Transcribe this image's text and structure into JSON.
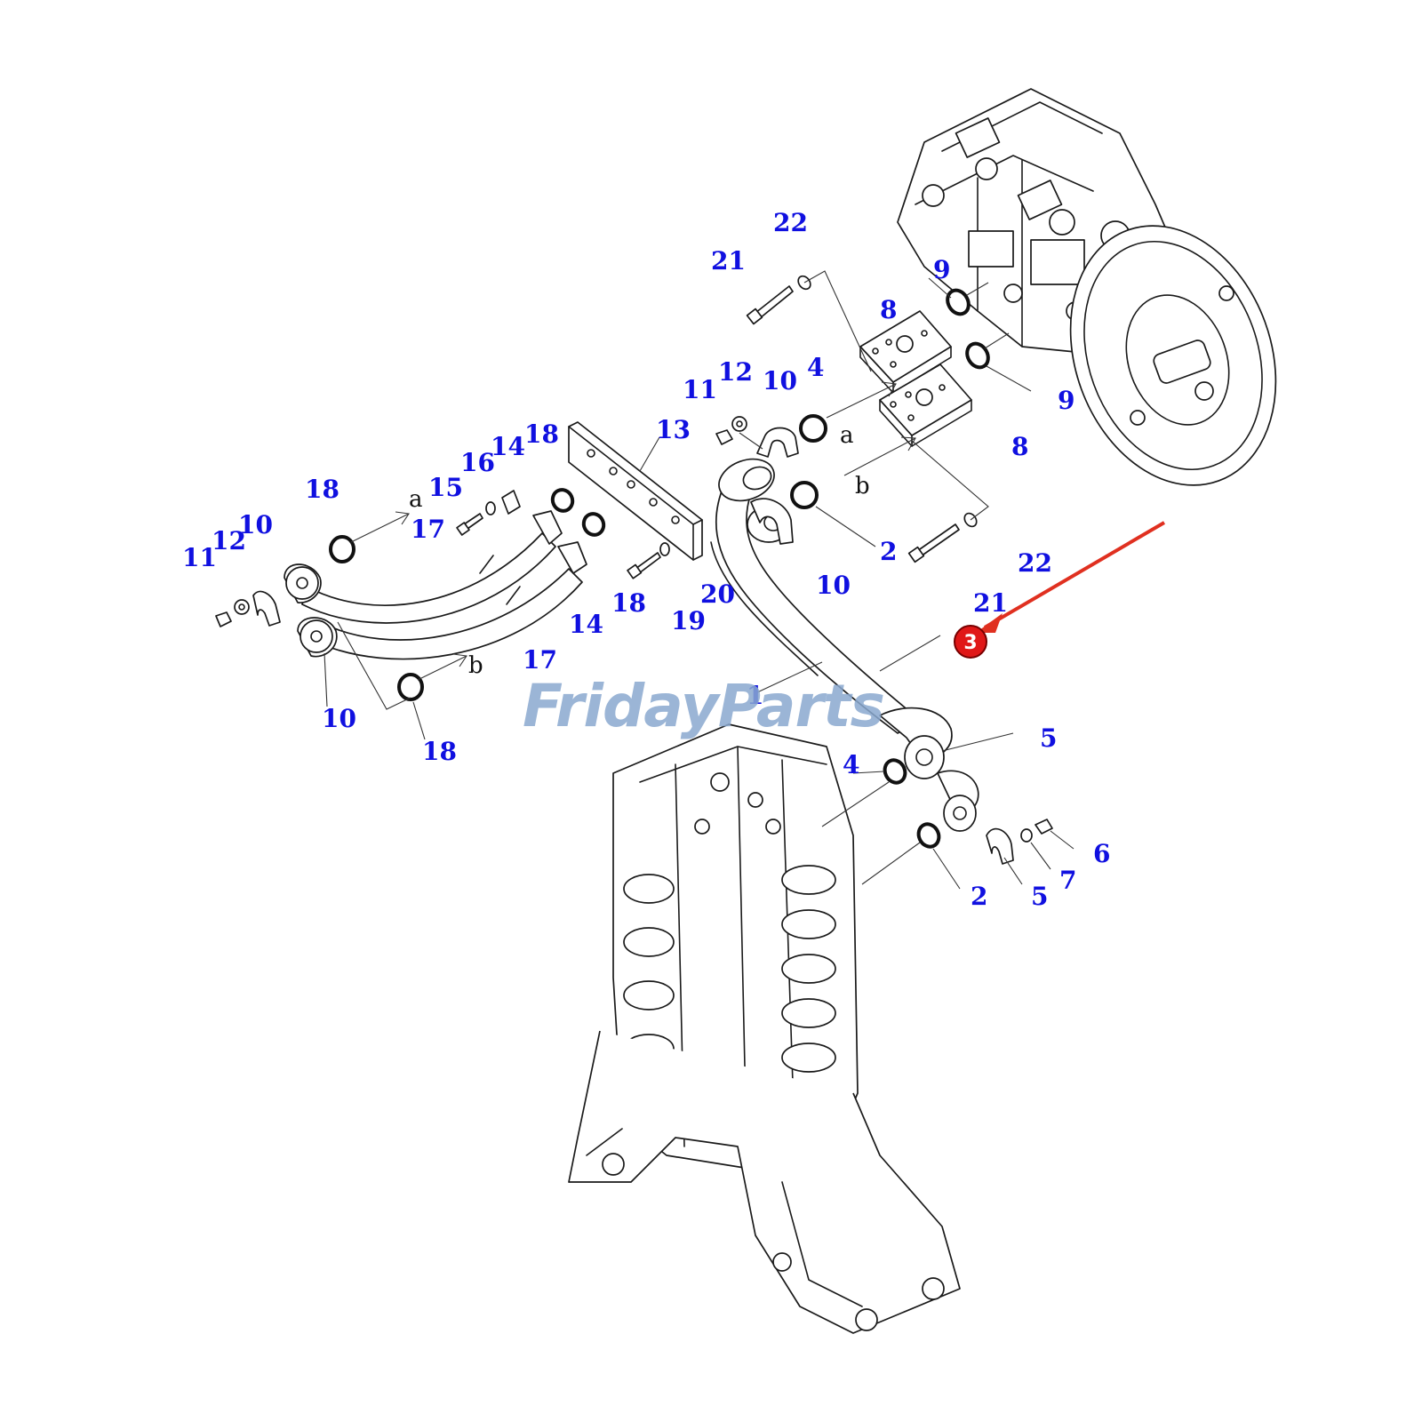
{
  "watermark": "FridayParts",
  "accent_color": "#e03020",
  "label_color": "#1010e0",
  "highlighted_part": "3",
  "callouts": [
    "22",
    "21",
    "9",
    "8",
    "4",
    "10",
    "12",
    "11",
    "a",
    "9",
    "8",
    "13",
    "18",
    "14",
    "16",
    "15",
    "b",
    "2",
    "18",
    "10",
    "12",
    "11",
    "17",
    "a",
    "22",
    "14",
    "18",
    "19",
    "20",
    "10",
    "21",
    "17",
    "b",
    "1",
    "10",
    "18",
    "5",
    "4",
    "6",
    "7",
    "2",
    "5"
  ],
  "assemblies": [
    "main-pump-assembly",
    "control-valve-assembly"
  ]
}
